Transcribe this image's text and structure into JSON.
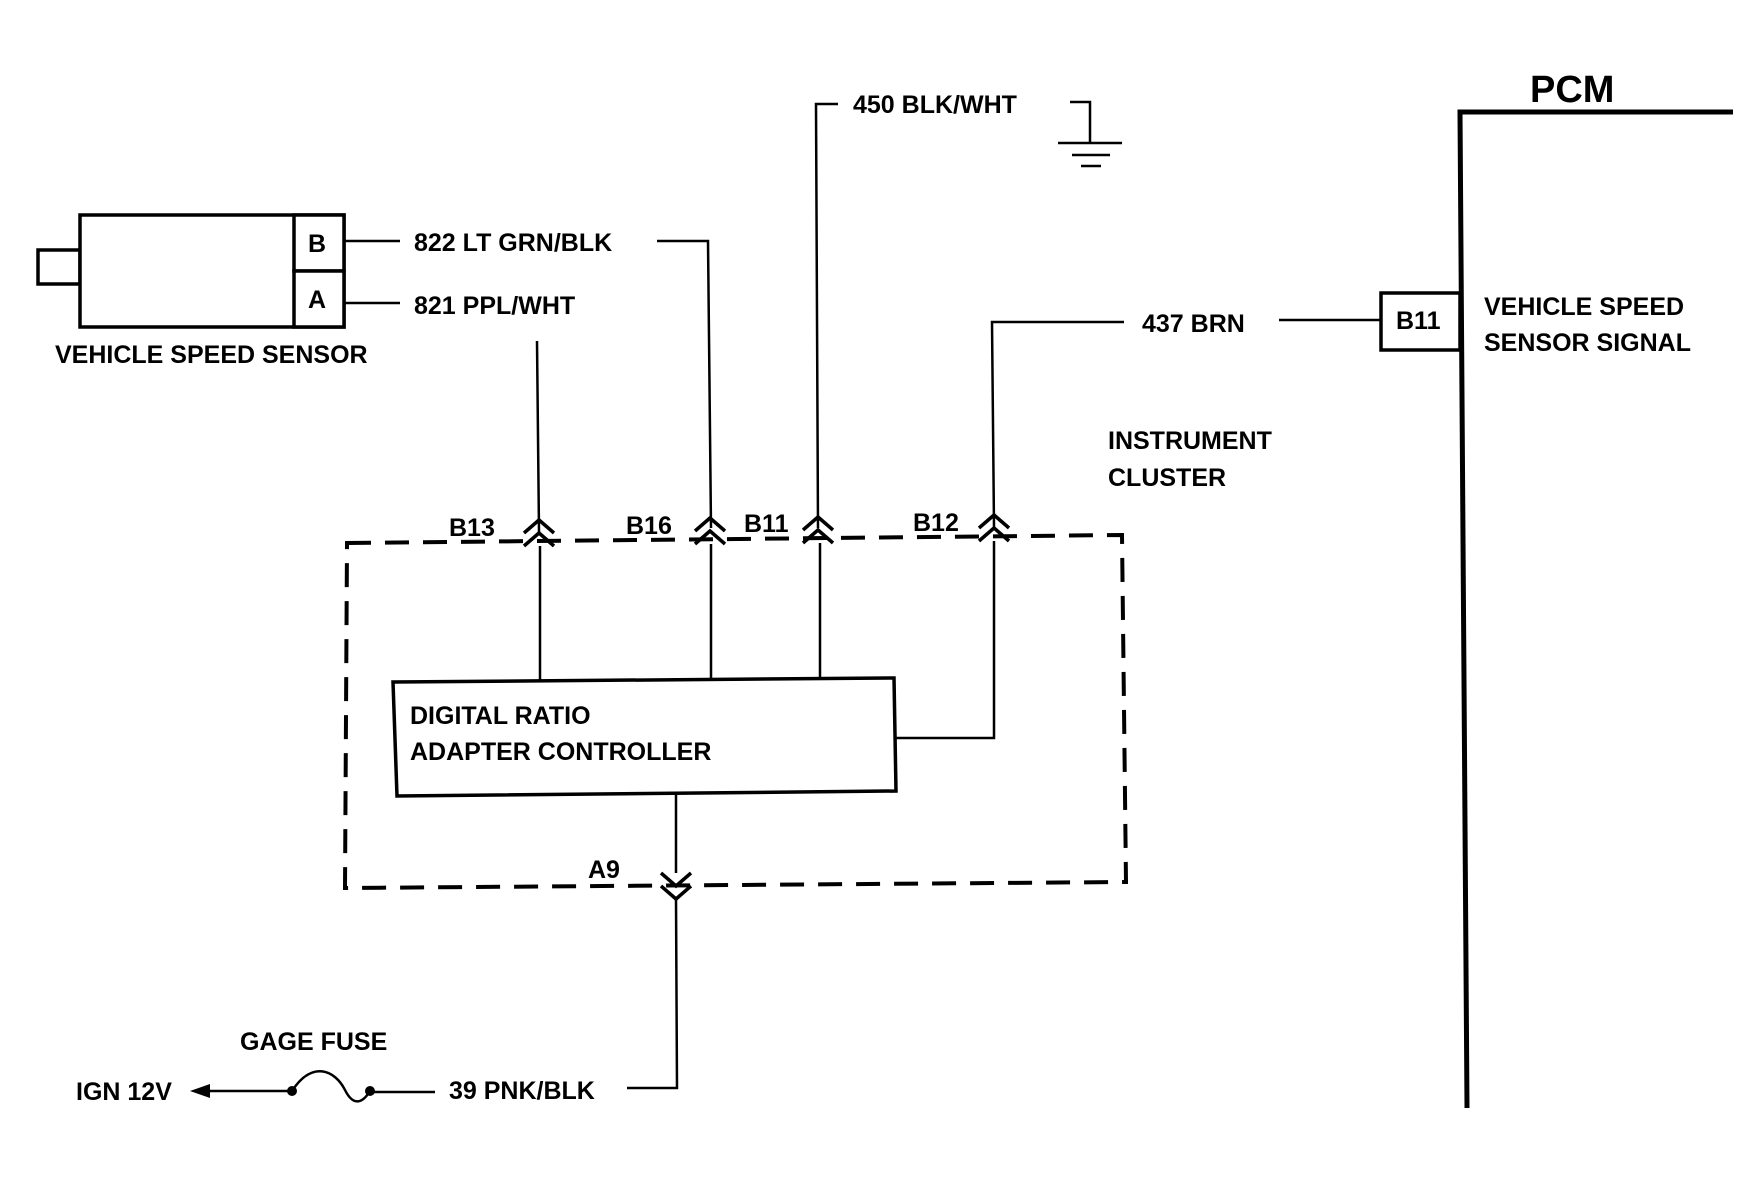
{
  "pcm": {
    "title": "PCM",
    "pin": "B11",
    "signal_line1": "VEHICLE SPEED",
    "signal_line2": "SENSOR SIGNAL"
  },
  "sensor": {
    "label": "VEHICLE SPEED SENSOR",
    "pin_b": "B",
    "pin_a": "A"
  },
  "wires": {
    "w822": "822 LT GRN/BLK",
    "w821": "821 PPL/WHT",
    "w450": "450 BLK/WHT",
    "w437": "437 BRN",
    "w39": "39 PNK/BLK"
  },
  "cluster": {
    "label_line1": "INSTRUMENT",
    "label_line2": "CLUSTER",
    "pins": {
      "b13": "B13",
      "b16": "B16",
      "b11": "B11",
      "b12": "B12",
      "a9": "A9"
    }
  },
  "controller": {
    "line1": "DIGITAL RATIO",
    "line2": "ADAPTER CONTROLLER"
  },
  "fuse": {
    "label": "GAGE FUSE"
  },
  "power": {
    "label": "IGN 12V"
  }
}
